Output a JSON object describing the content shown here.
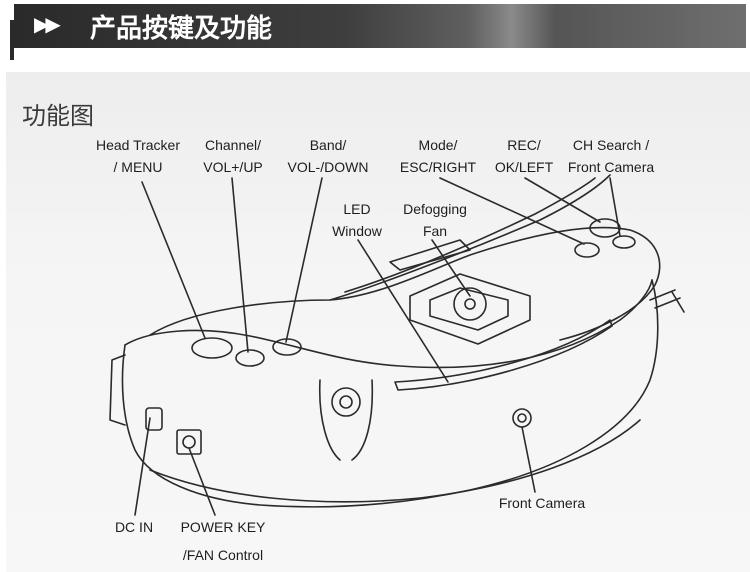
{
  "header": {
    "arrows": "▶▶",
    "title": "产品按键及功能"
  },
  "diagram": {
    "title": "功能图",
    "labels": {
      "head_tracker": [
        "Head Tracker",
        "/ MENU"
      ],
      "channel": [
        "Channel/",
        "VOL+/UP"
      ],
      "band": [
        "Band/",
        "VOL-/DOWN"
      ],
      "mode": [
        "Mode/",
        "ESC/RIGHT"
      ],
      "rec": [
        "REC/",
        "OK/LEFT"
      ],
      "ch_search": [
        "CH Search /",
        "Front Camera"
      ],
      "led": [
        "LED",
        "Window"
      ],
      "defogging": [
        "Defogging",
        "Fan"
      ],
      "dc_in": "DC IN",
      "power_key": [
        "POWER KEY",
        "/FAN Control"
      ],
      "front_camera": "Front Camera"
    },
    "colors": {
      "banner": "#3a3a3a",
      "line": "#2b2b2b",
      "paper": "#f3f3f3"
    }
  }
}
